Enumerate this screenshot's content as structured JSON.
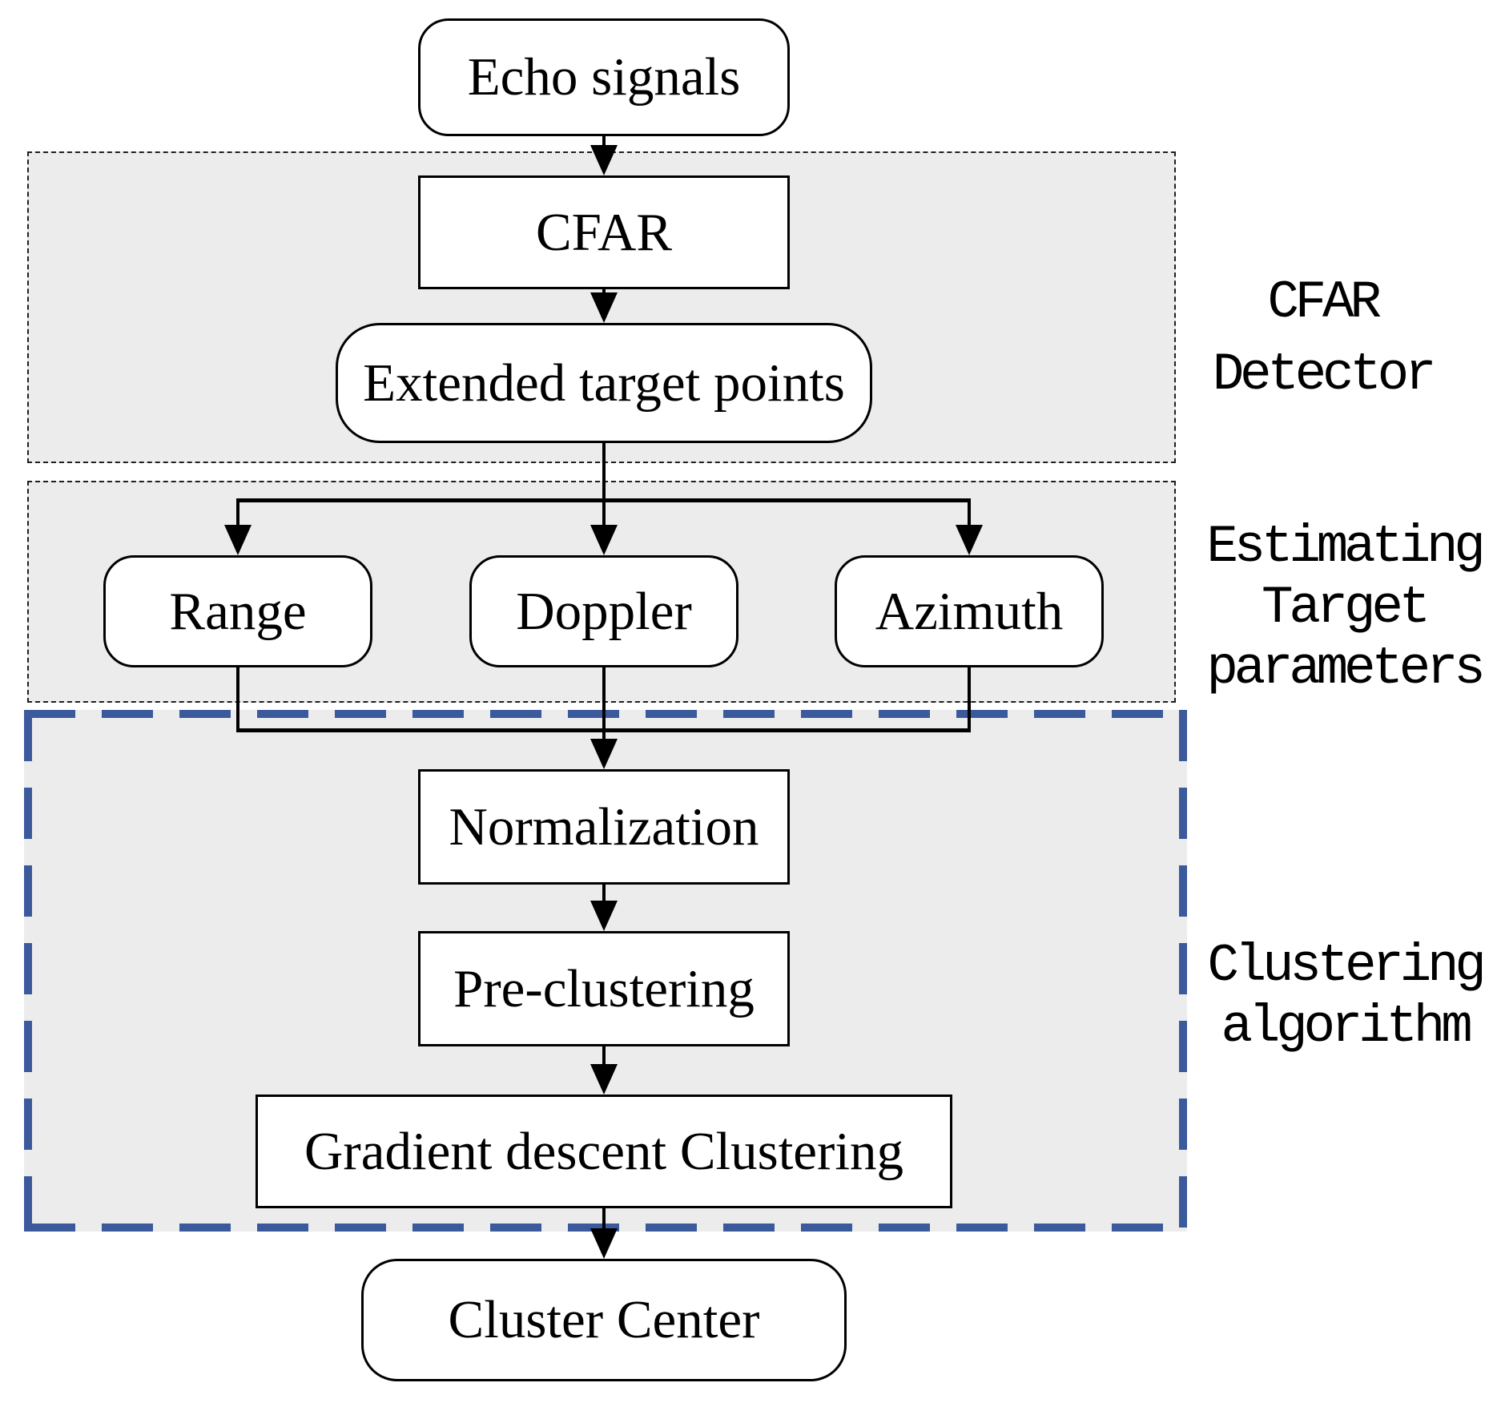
{
  "nodes": {
    "echo": "Echo signals",
    "cfar": "CFAR",
    "extended": "Extended target points",
    "range": "Range",
    "doppler": "Doppler",
    "azimuth": "Azimuth",
    "normalization": "Normalization",
    "pre_clustering": "Pre-clustering",
    "gradient_descent": "Gradient descent Clustering",
    "cluster_center": "Cluster Center"
  },
  "region_labels": {
    "cfar_detector": "CFAR\nDetector",
    "estimating": "Estimating\nTarget\nparameters",
    "clustering": "Clustering\nalgorithm"
  },
  "colors": {
    "region_fill": "#ececec",
    "region_border": "#1f1f1f",
    "blue_dash": "#3a5a9c",
    "line": "#000000",
    "node_fill": "#ffffff",
    "node_border": "#000000",
    "background": "#ffffff"
  }
}
